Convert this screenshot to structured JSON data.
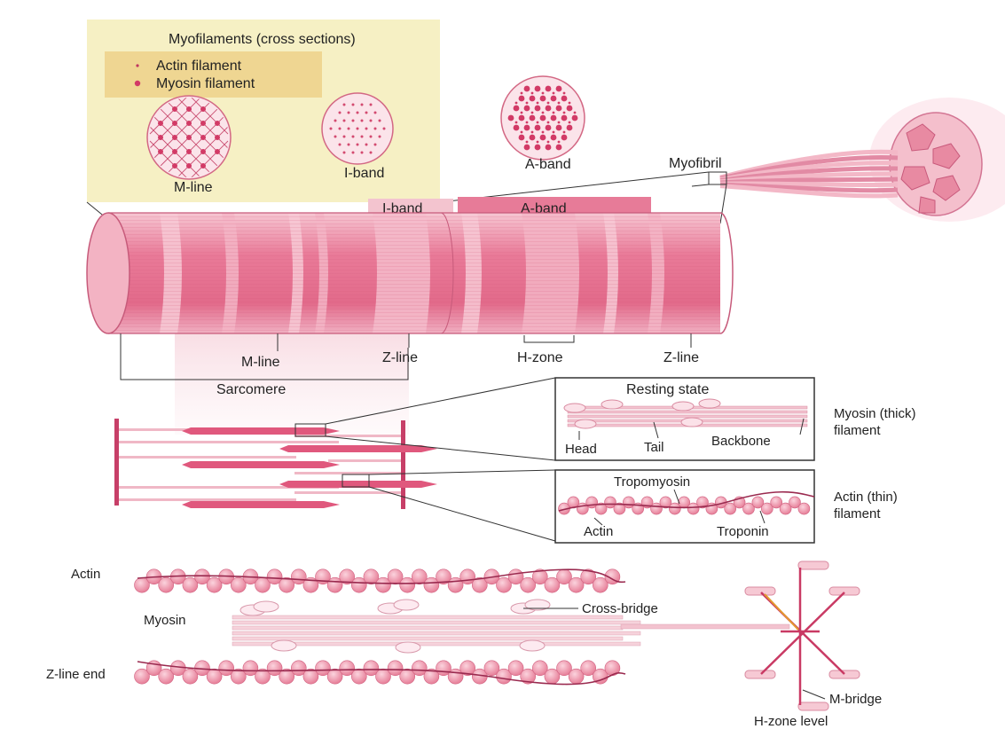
{
  "legend": {
    "title": "Myofilaments (cross sections)",
    "actin": "Actin filament",
    "myosin": "Myosin filament"
  },
  "cross_sections": {
    "m_line": "M-line",
    "i_band": "I-band",
    "a_band": "A-band"
  },
  "myofibril_label": "Myofibril",
  "bands": {
    "i_band": "I-band",
    "a_band": "A-band"
  },
  "cylinder_labels": {
    "m_line": "M-line",
    "z_line_left": "Z-line",
    "h_zone": "H-zone",
    "z_line_right": "Z-line",
    "sarcomere": "Sarcomere"
  },
  "resting": {
    "title": "Resting state",
    "head": "Head",
    "tail": "Tail",
    "backbone": "Backbone",
    "myosin_side_1": "Myosin (thick)",
    "myosin_side_2": "filament"
  },
  "thin": {
    "tropomyosin": "Tropomyosin",
    "actin": "Actin",
    "troponin": "Troponin",
    "side_1": "Actin (thin)",
    "side_2": "filament"
  },
  "bottom": {
    "actin": "Actin",
    "myosin": "Myosin",
    "cross_bridge": "Cross-bridge",
    "z_line_end": "Z-line end",
    "m_bridge": "M-bridge",
    "h_zone_level": "H-zone level"
  }
}
